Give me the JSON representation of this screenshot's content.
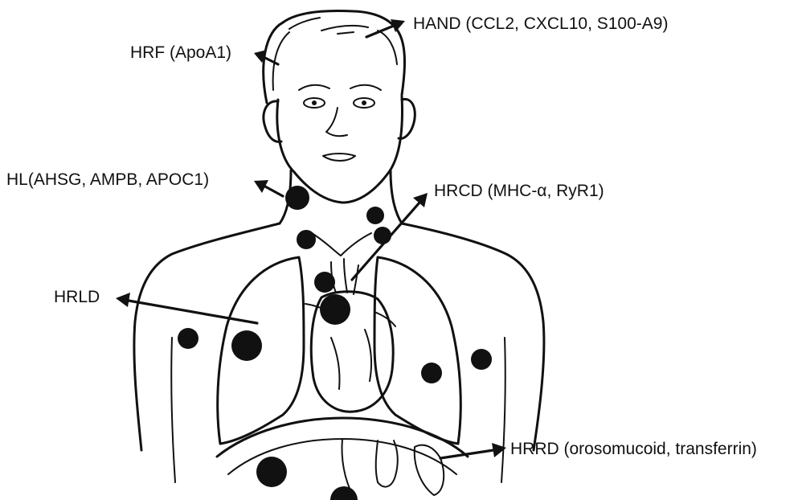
{
  "labels": {
    "hand": "HAND (CCL2, CXCL10, S100-A9)",
    "hrf": "HRF (ApoA1)",
    "hl": "HL(AHSG, AMPB,  APOC1)",
    "hrcd": "HRCD (MHC-α, RyR1)",
    "hrld": "HRLD",
    "hrrd": "HRRD (orosomucoid, transferrin)"
  },
  "colors": {
    "ink": "#111111",
    "background": "#ffffff"
  }
}
